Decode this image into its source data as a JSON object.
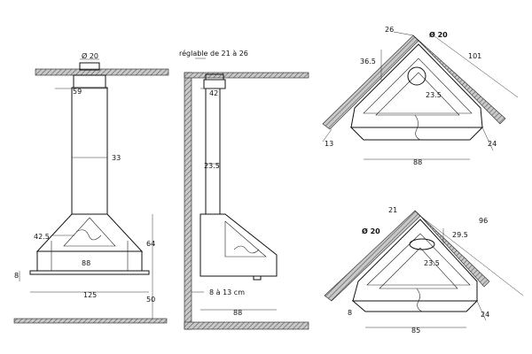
{
  "front": {
    "d_flue": "Ø 20",
    "collar": "59",
    "pipe": "33",
    "hood": "42.5",
    "height": "64",
    "firebox": "88",
    "base": "8",
    "width": "125",
    "floor": "50"
  },
  "side": {
    "adjust": "réglable de 21 à 26",
    "collar": "42",
    "pipe": "23.5",
    "gap": "8 à 13 cm",
    "depth": "88"
  },
  "corner1": {
    "top": "26",
    "d_flue": "Ø 20",
    "left": "36.5",
    "diag": "101",
    "inner": "23.5",
    "foot": "13",
    "right": "24",
    "width": "88"
  },
  "corner2": {
    "top": "21",
    "diag": "96",
    "d_flue": "Ø 20",
    "right_top": "29.5",
    "inner": "23.5",
    "foot": "8",
    "right": "24",
    "width": "85"
  },
  "colors": {
    "line": "#111111",
    "hatch": "#555555",
    "background": "#ffffff"
  }
}
